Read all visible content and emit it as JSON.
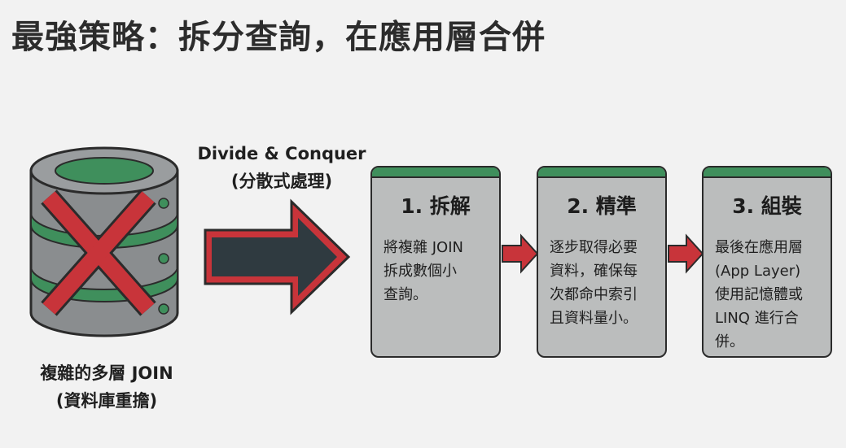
{
  "title": "最強策略：拆分查詢，在應用層合併",
  "database": {
    "caption_lines": [
      "複雜的多層 JOIN",
      "(資料庫重擔)"
    ],
    "icon": "database-icon",
    "mark_icon": "red-x-icon"
  },
  "transition": {
    "label_lines": [
      "Divide & Conquer",
      "(分散式處理)"
    ],
    "icon": "big-arrow-icon"
  },
  "steps": [
    {
      "title": "1. 拆解",
      "lines": [
        "將複雜 JOIN",
        "拆成數個小",
        "查詢。"
      ]
    },
    {
      "title": "2. 精準",
      "lines": [
        "逐步取得必要",
        "資料，確保每",
        "次都命中索引",
        "且資料量小。"
      ]
    },
    {
      "title": "3. 組裝",
      "lines": [
        "最後在應用層",
        "(App Layer)",
        "使用記憶體或",
        "LINQ 進行合",
        "併。"
      ]
    }
  ],
  "colors": {
    "background": "#f2f2f2",
    "card_fill": "#bbbdbd",
    "accent_green": "#3f8f5c",
    "accent_red": "#c8343a",
    "arrow_dark": "#2f3a40",
    "db_gray": "#8a8d8f",
    "outline": "#2b2b2b"
  }
}
